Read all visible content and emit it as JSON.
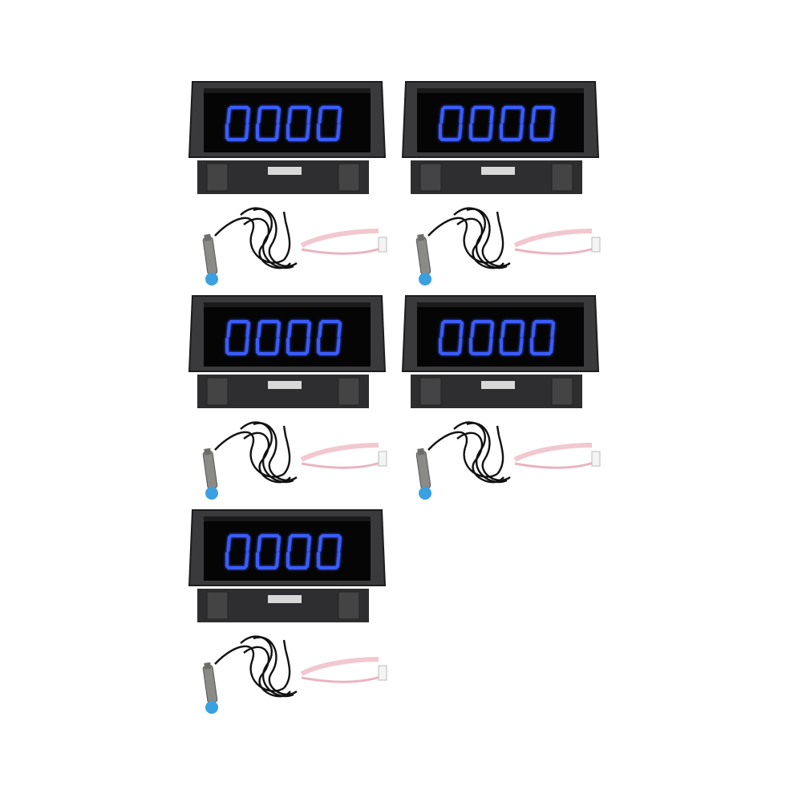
{
  "product": {
    "kit_count": 5,
    "display_color": "#3a5cff",
    "housing_color": "#3a3a3c",
    "kits": [
      {
        "display_value": "0000"
      },
      {
        "display_value": "0000"
      },
      {
        "display_value": "0000"
      },
      {
        "display_value": "0000"
      },
      {
        "display_value": "0000"
      }
    ]
  }
}
